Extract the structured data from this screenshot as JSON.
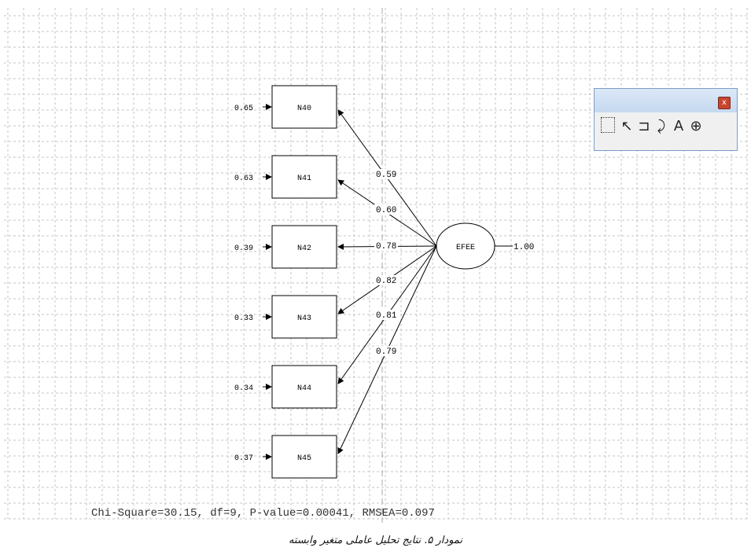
{
  "diagram": {
    "latent": {
      "label": "EFEE",
      "variance": "1.00"
    },
    "indicators": [
      {
        "label": "N40",
        "error": "0.65",
        "loading": "0.59"
      },
      {
        "label": "N41",
        "error": "0.63",
        "loading": "0.60"
      },
      {
        "label": "N42",
        "error": "0.39",
        "loading": "0.78"
      },
      {
        "label": "N43",
        "error": "0.33",
        "loading": "0.82"
      },
      {
        "label": "N44",
        "error": "0.34",
        "loading": "0.81"
      },
      {
        "label": "N45",
        "error": "0.37",
        "loading": "0.79"
      }
    ]
  },
  "fit_statistics": "Chi-Square=30.15, df=9, P-value=0.00041, RMSEA=0.097",
  "caption": "نمودار ۵. نتایج تحلیل عاملی متغیر وابسته",
  "toolbox": {
    "close_label": "x",
    "tools": [
      {
        "name": "select-tool-icon",
        "glyph": ""
      },
      {
        "name": "arrow-tool-icon",
        "glyph": "↖"
      },
      {
        "name": "path-tool-icon",
        "glyph": "⊐"
      },
      {
        "name": "curved-arrow-tool-icon",
        "glyph": "⤸"
      },
      {
        "name": "text-tool-icon",
        "glyph": "A"
      },
      {
        "name": "zoom-tool-icon",
        "glyph": "⊕"
      }
    ]
  }
}
